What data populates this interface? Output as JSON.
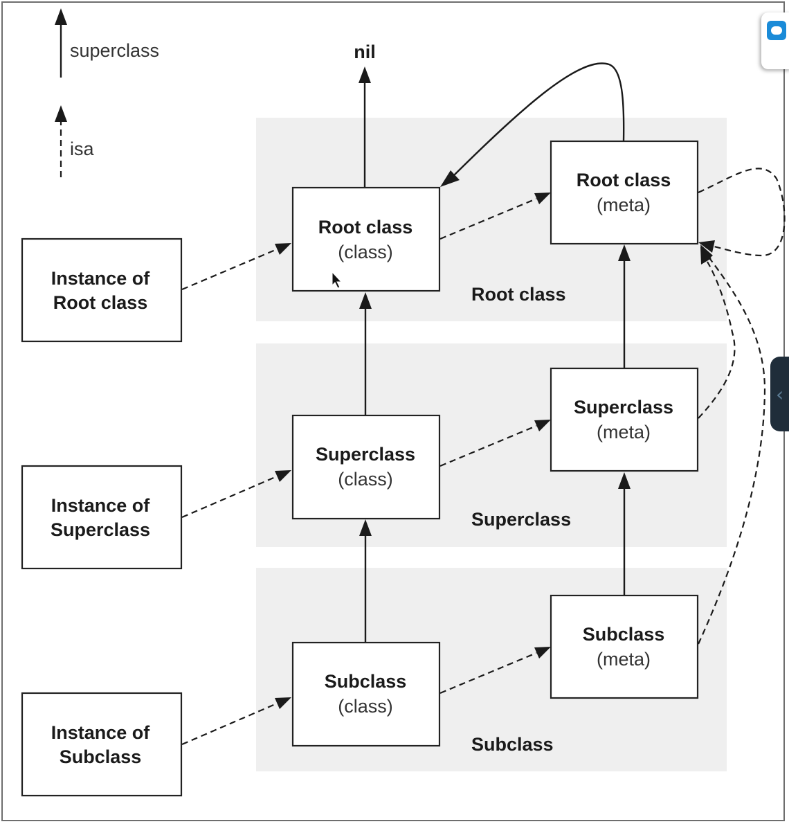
{
  "legend": {
    "superclass_label": "superclass",
    "isa_label": "isa"
  },
  "nil_label": "nil",
  "bands": {
    "root": "Root class",
    "superclass": "Superclass",
    "subclass": "Subclass"
  },
  "instances": {
    "root": [
      "Instance of",
      "Root class"
    ],
    "superclass": [
      "Instance of",
      "Superclass"
    ],
    "subclass": [
      "Instance of",
      "Subclass"
    ]
  },
  "classes": {
    "root": [
      "Root class",
      "(class)"
    ],
    "superclass": [
      "Superclass",
      "(class)"
    ],
    "subclass": [
      "Subclass",
      "(class)"
    ]
  },
  "metas": {
    "root": [
      "Root class",
      "(meta)"
    ],
    "superclass": [
      "Superclass",
      "(meta)"
    ],
    "subclass": [
      "Subclass",
      "(meta)"
    ]
  },
  "colors": {
    "band_fill": "#efefef",
    "line": "#1a1a1a",
    "widget_blue": "#1a8bd8",
    "side_tab": "#1f2d3a"
  },
  "icons": {
    "remote_app": "teamviewer-icon",
    "side_tab": "chevron-left-icon"
  }
}
